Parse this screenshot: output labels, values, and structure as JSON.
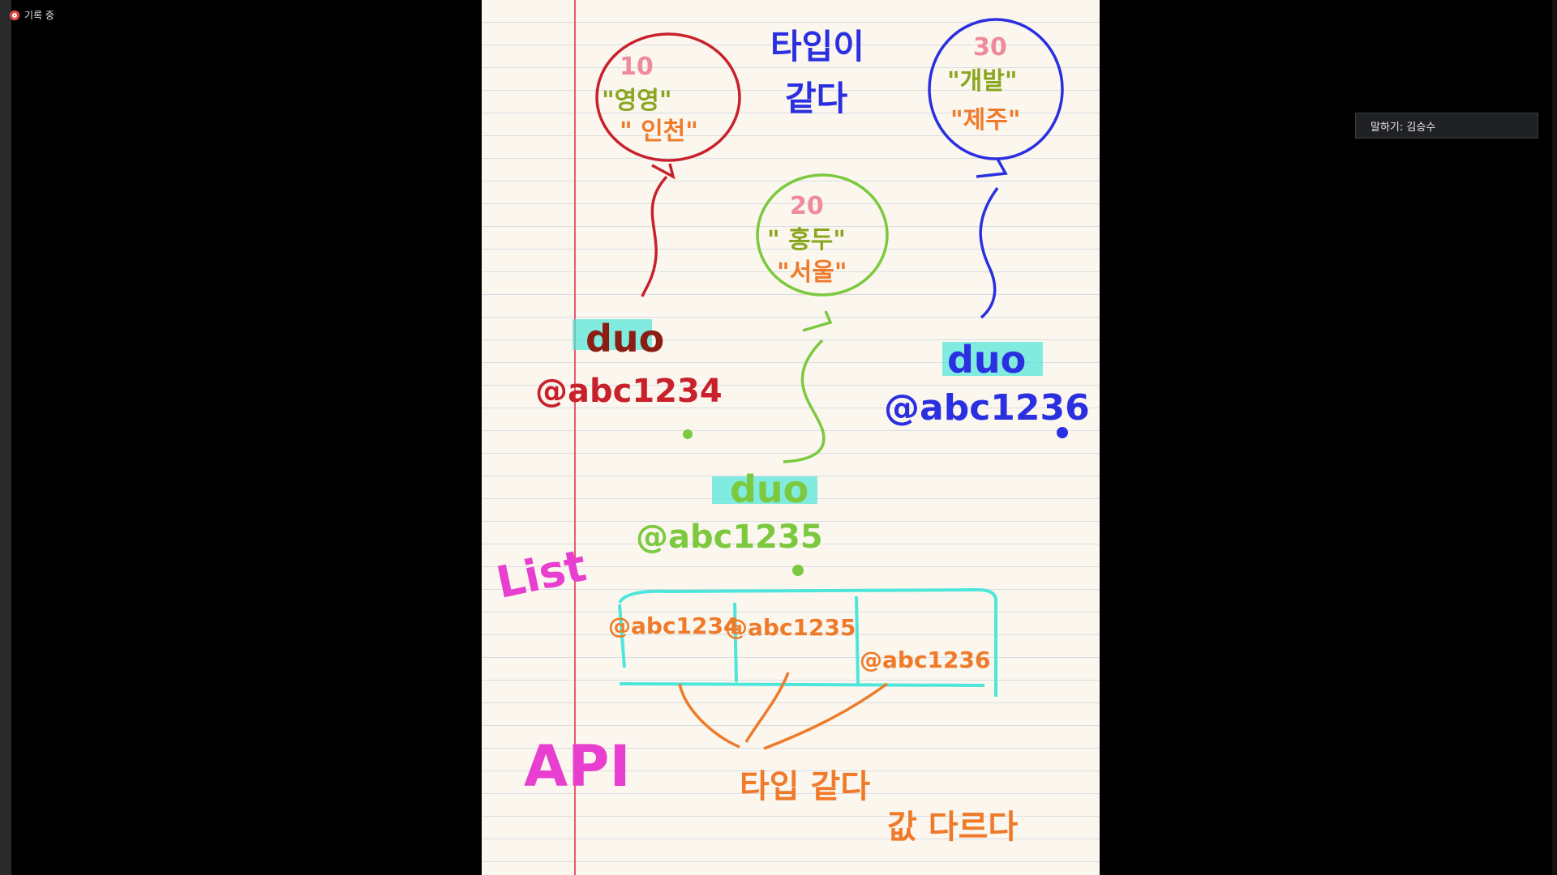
{
  "recording": {
    "label": "기록 중"
  },
  "speaking": {
    "label": "말하기: 김승수"
  },
  "note": {
    "header_type": [
      "타입이",
      "같다"
    ],
    "balloon1": {
      "num": "10",
      "line1": "\"영영\"",
      "line2": "\" 인천\""
    },
    "balloon2": {
      "num": "20",
      "line1": "\" 홍두\"",
      "line2": "\"서울\""
    },
    "balloon3": {
      "num": "30",
      "line1": "\"개발\"",
      "line2": "\"제주\""
    },
    "duo": "duo",
    "addr1": "@abc1234",
    "addr2": "@abc1235",
    "addr3": "@abc1236",
    "list_label": "List",
    "cells": [
      "@abc1234",
      "@abc1235",
      "@abc1236"
    ],
    "api_label": "API",
    "bottom_line1": "타입 같다",
    "bottom_line2": "값 다르다",
    "colors": {
      "red": "#c8212c",
      "green": "#7cc93f",
      "blue": "#2a2fe0",
      "magenta": "#e83fd0",
      "orange": "#ef7a2a",
      "olive": "#8aa51f",
      "pink": "#ef8a9a",
      "cyan": "#4ee6da"
    }
  }
}
